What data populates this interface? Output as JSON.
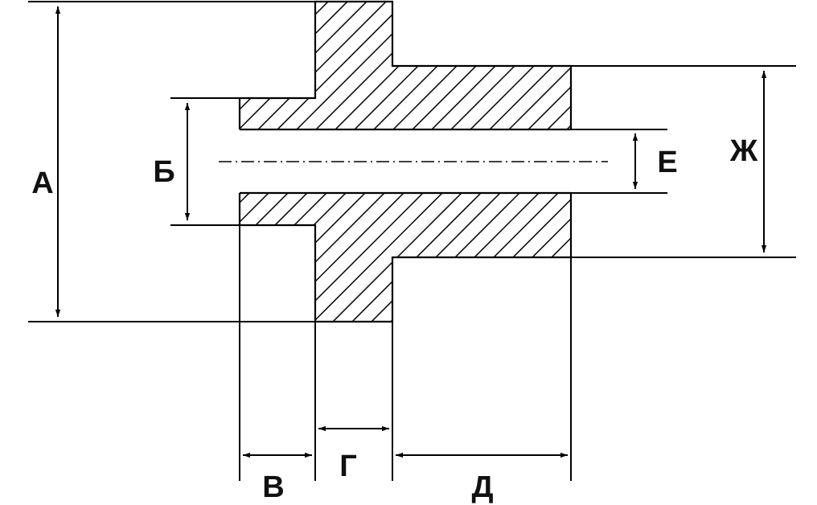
{
  "labels": {
    "a": "А",
    "b": "Б",
    "v": "В",
    "g": "Г",
    "d": "Д",
    "e": "Е",
    "zh": "Ж"
  },
  "colors": {
    "ink": "#000000",
    "background": "#ffffff"
  }
}
